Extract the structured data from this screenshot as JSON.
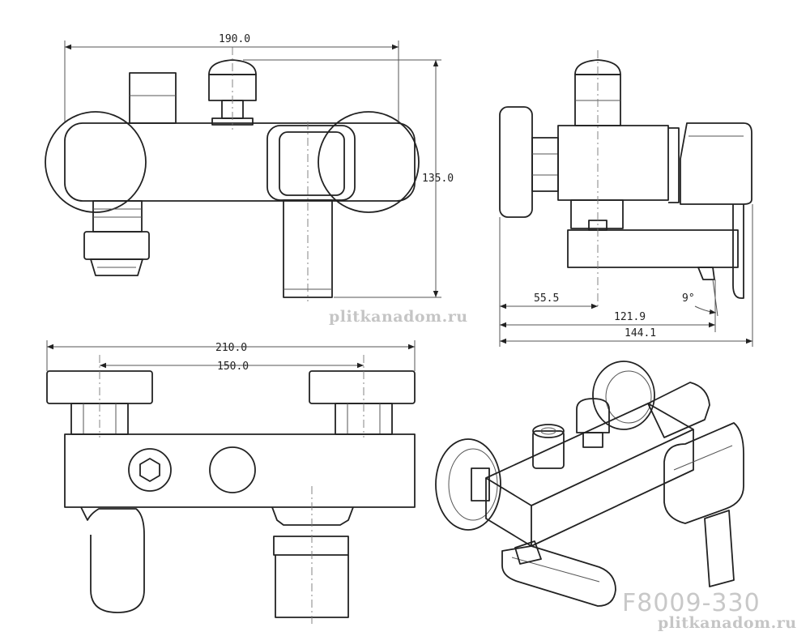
{
  "dimensions": {
    "front_width": "190.0",
    "front_height": "135.0",
    "side_d1": "55.5",
    "side_d2": "121.9",
    "side_d3": "144.1",
    "side_angle": "9°",
    "bottom_width": "210.0",
    "bottom_centers": "150.0"
  },
  "model_code": "F8009-330",
  "watermark": "plitkanadom.ru"
}
